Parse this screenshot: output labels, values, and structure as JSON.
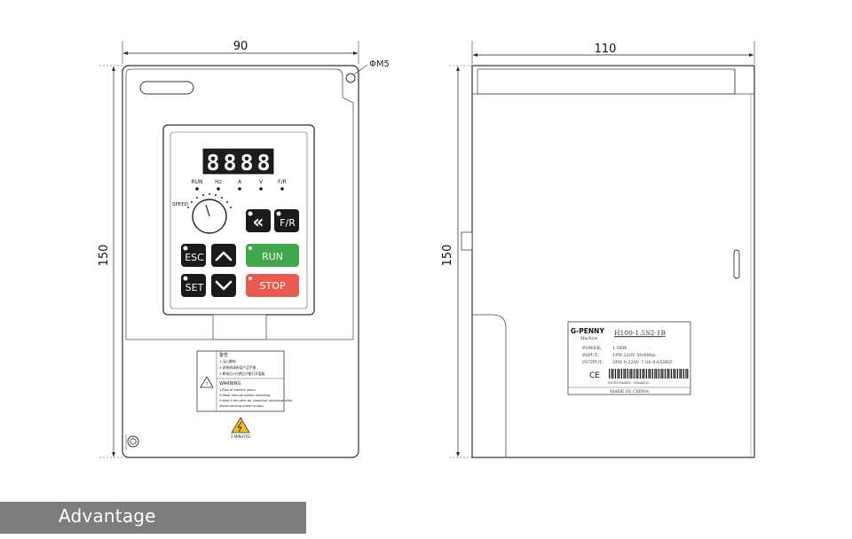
{
  "front_view": {
    "width_label": "90",
    "height_label": "150",
    "hole_label": "ΦM5",
    "display": {
      "digits": [
        "8",
        "8",
        "8",
        "8"
      ],
      "indicators": [
        "RUN",
        "Hz",
        "A",
        "V",
        "F/R"
      ]
    },
    "speed_label": "SPEED",
    "buttons": {
      "back": "«",
      "fr": "F/R",
      "esc": "ESC",
      "set": "SET",
      "run": "RUN",
      "stop": "STOP"
    },
    "warning_label": {
      "title_cn": "警告",
      "lines_cn": [
        "1.当心触电",
        "2.安装前请阅读产品手册",
        "3.断电后5分钟后才能打开盖板"
      ],
      "title_en": "WARNING",
      "lines_en": [
        "1.Risk of electric shock",
        "2.Read manual before installing",
        "3.Wait 5 minutes for capacitor discharge after",
        "disconnecting power supply"
      ]
    },
    "caution_label": "5 MINUTES"
  },
  "side_view": {
    "width_label": "110",
    "height_label": "150",
    "nameplate": {
      "brand": "G-PENNY",
      "brand_sub": "Machine",
      "model": "H100-1.5S2-1B",
      "power_label": "POWER:",
      "power_value": "1.5KW",
      "input_label": "INPUT:",
      "input_value": "1PH   220V   50/60Hz",
      "output_label": "OUTPUT:",
      "output_value": "3PH   0-220V   7.0A  0-650HZ",
      "ce": "CE",
      "serial": "S/N:H100A4302 - DSaA4010",
      "made_in": "MADE IN CHINA"
    }
  },
  "footer": {
    "title": "Advantage"
  },
  "colors": {
    "outline": "#333333",
    "keypad_key": "#1a1a1a",
    "run_button": "#3ea84a",
    "stop_button": "#ea5a4e",
    "footer_bar": "#7d7d7d"
  }
}
